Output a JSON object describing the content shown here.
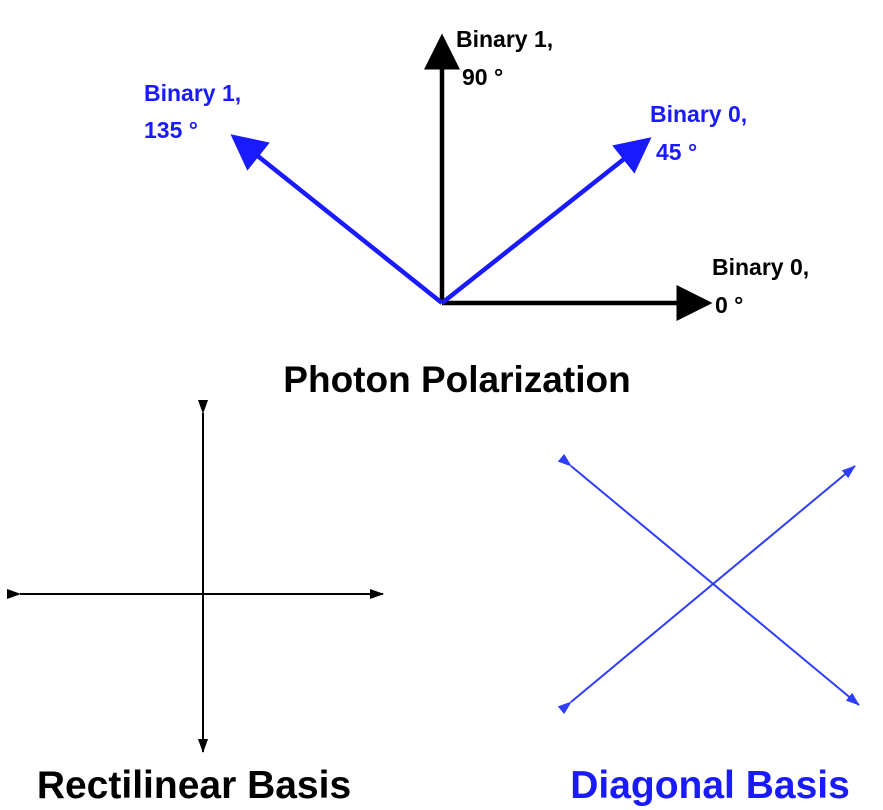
{
  "colors": {
    "black": "#000000",
    "blue": "#1a1aff",
    "blue_thin": "#2f3dff"
  },
  "polarization": {
    "title": "Photon Polarization",
    "vectors": [
      {
        "id": "deg0",
        "angle_deg": 0,
        "line1": "Binary 0,",
        "line2": "0 °",
        "color": "black"
      },
      {
        "id": "deg45",
        "angle_deg": 45,
        "line1": "Binary 0,",
        "line2": "45 °",
        "color": "blue"
      },
      {
        "id": "deg90",
        "angle_deg": 90,
        "line1": "Binary 1,",
        "line2": "90 °",
        "color": "black"
      },
      {
        "id": "deg135",
        "angle_deg": 135,
        "line1": "Binary 1,",
        "line2": "135 °",
        "color": "blue"
      }
    ]
  },
  "bases": {
    "rectilinear": {
      "label": "Rectilinear Basis",
      "color": "black"
    },
    "diagonal": {
      "label": "Diagonal Basis",
      "color": "blue"
    }
  }
}
